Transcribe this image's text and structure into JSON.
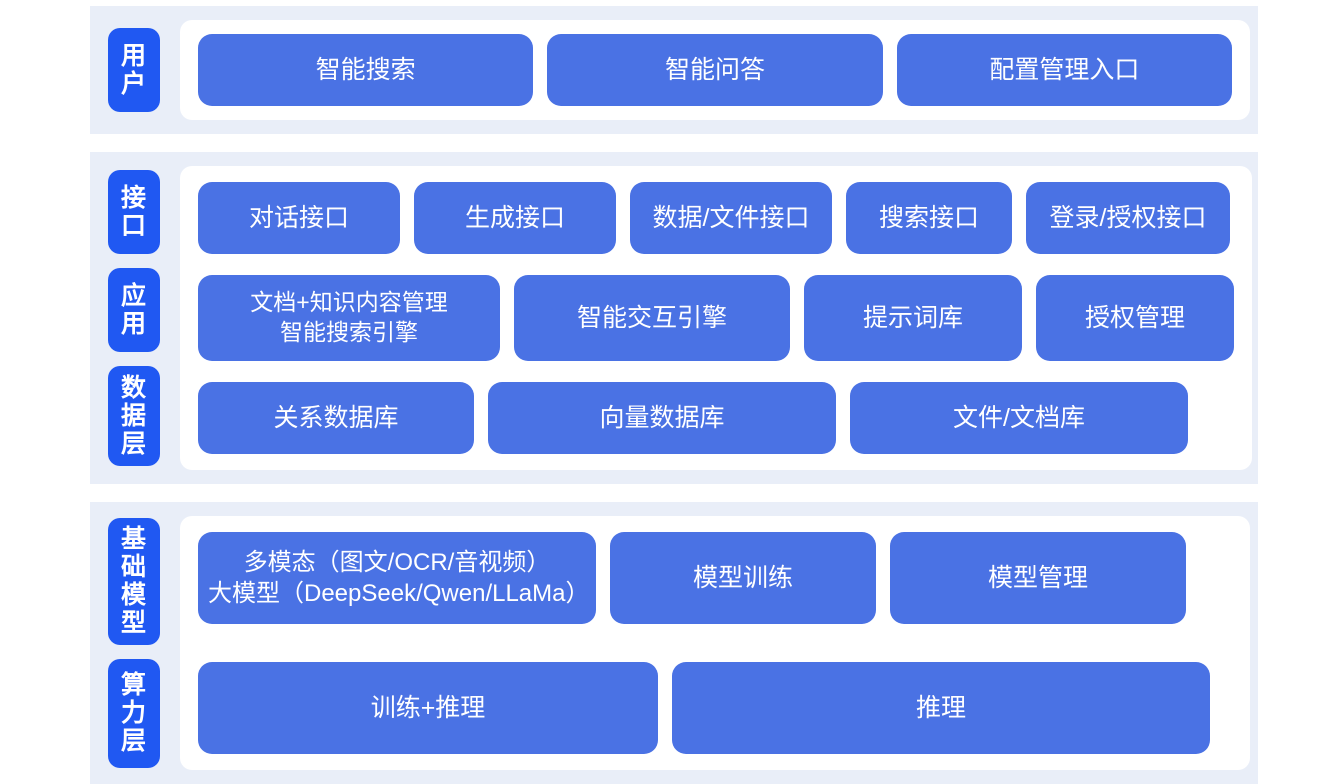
{
  "colors": {
    "band_background": "#e9eef8",
    "panel_background": "#ffffff",
    "rail_pill": "#2058f2",
    "content_box": "#4a72e4",
    "text_on_blue": "#ffffff"
  },
  "sections": [
    {
      "id": "user",
      "rail_labels": [
        "用户"
      ],
      "rows": [
        {
          "id": "user-entries",
          "boxes": [
            "智能搜索",
            "智能问答",
            "配置管理入口"
          ]
        }
      ]
    },
    {
      "id": "platform",
      "rail_labels": [
        "接口",
        "应用",
        "数据层"
      ],
      "rows": [
        {
          "id": "interface-row",
          "boxes": [
            "对话接口",
            "生成接口",
            "数据/文件接口",
            "搜索接口",
            "登录/授权接口"
          ]
        },
        {
          "id": "application-row",
          "boxes": [
            "文档+知识内容管理\n智能搜索引擎",
            "智能交互引擎",
            "提示词库",
            "授权管理"
          ]
        },
        {
          "id": "data-row",
          "boxes": [
            "关系数据库",
            "向量数据库",
            "文件/文档库"
          ]
        }
      ]
    },
    {
      "id": "infrastructure",
      "rail_labels": [
        "基础模型",
        "算力层"
      ],
      "rows": [
        {
          "id": "model-row",
          "boxes": [
            "多模态（图文/OCR/音视频）\n大模型（DeepSeek/Qwen/LLaMa）",
            "模型训练",
            "模型管理"
          ]
        },
        {
          "id": "compute-row",
          "boxes": [
            "训练+推理",
            "推理"
          ]
        }
      ]
    }
  ]
}
